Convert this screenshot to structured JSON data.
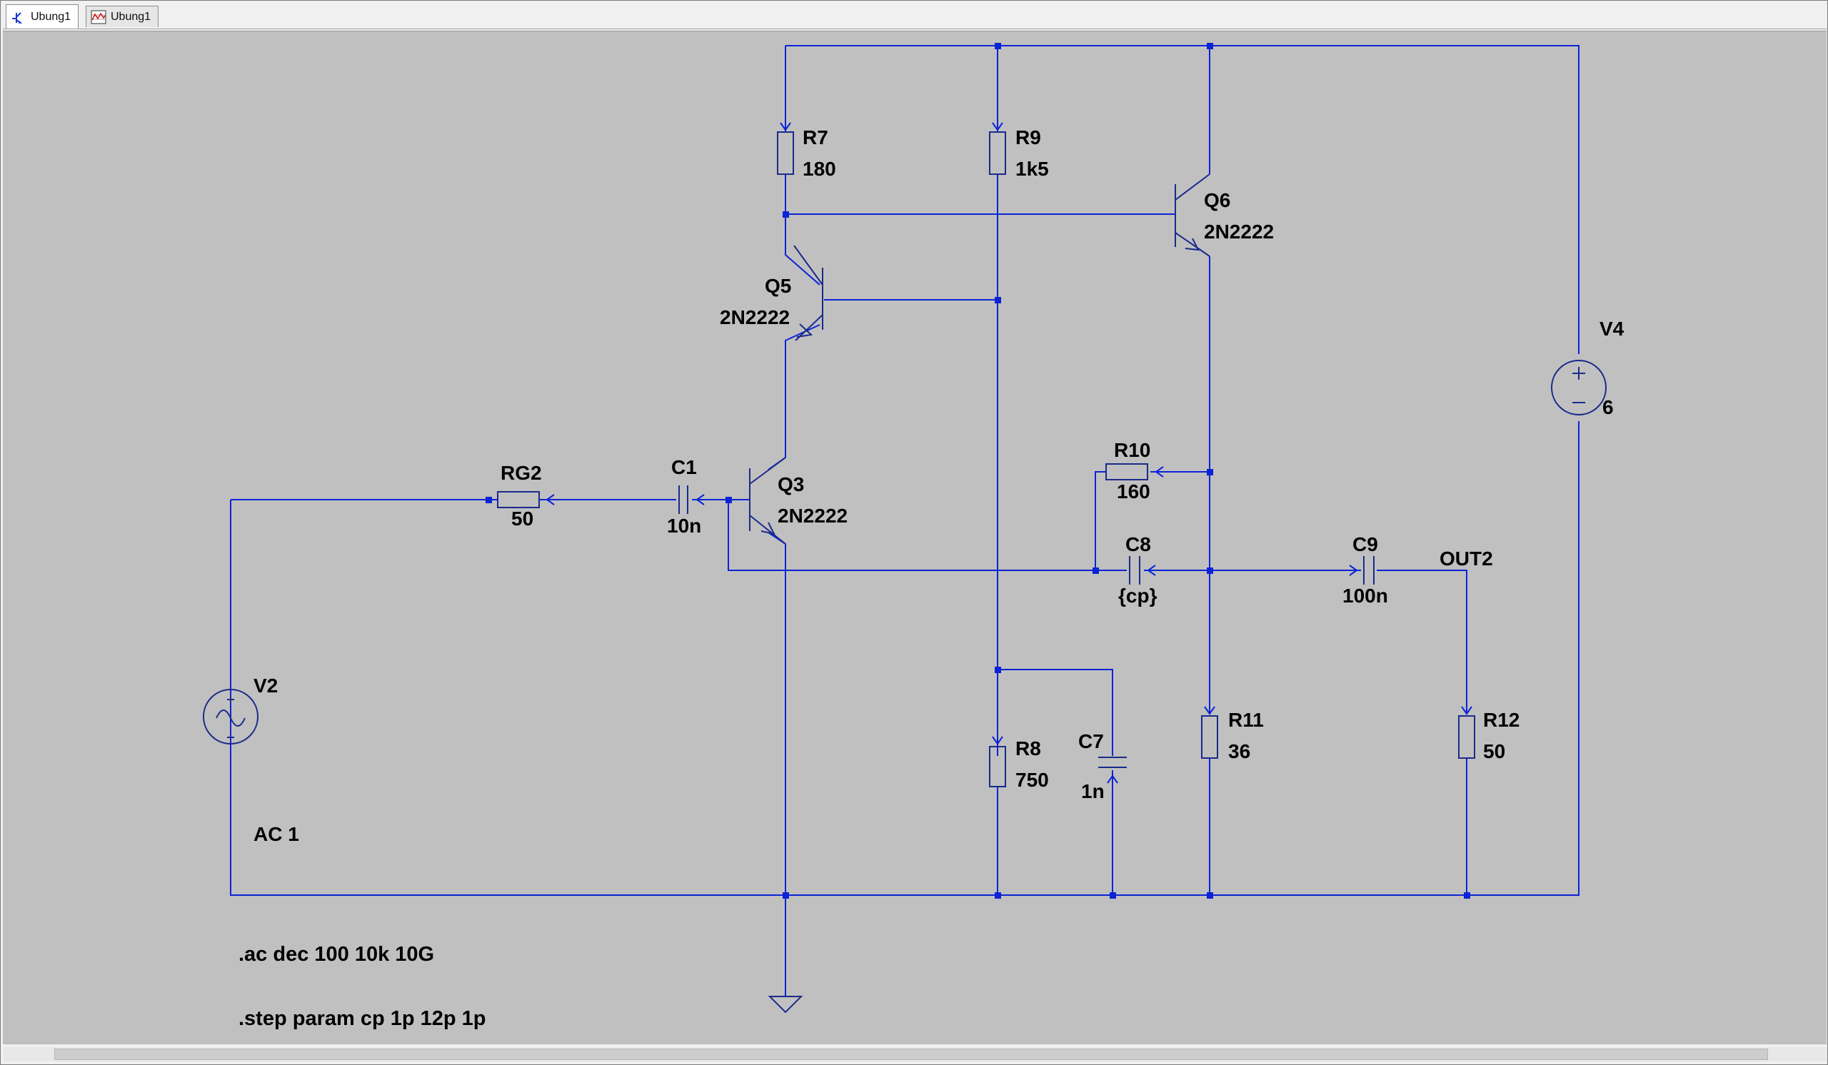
{
  "tabs": [
    {
      "label": "Ubung1",
      "icon": "schematic-icon",
      "active": true
    },
    {
      "label": "Ubung1",
      "icon": "waveform-icon",
      "active": false
    }
  ],
  "colors": {
    "wire": "#0b23d6",
    "canvas": "#c0c0c0",
    "text": "#000000"
  },
  "components": {
    "R7": {
      "name": "R7",
      "value": "180"
    },
    "R9": {
      "name": "R9",
      "value": "1k5"
    },
    "Q6": {
      "name": "Q6",
      "model": "2N2222"
    },
    "Q5": {
      "name": "Q5",
      "model": "2N2222"
    },
    "Q3": {
      "name": "Q3",
      "model": "2N2222"
    },
    "V4": {
      "name": "V4",
      "value": "6"
    },
    "RG2": {
      "name": "RG2",
      "value": "50"
    },
    "C1": {
      "name": "C1",
      "value": "10n"
    },
    "R10": {
      "name": "R10",
      "value": "160"
    },
    "C8": {
      "name": "C8",
      "value": "{cp}"
    },
    "C9": {
      "name": "C9",
      "value": "100n"
    },
    "V2": {
      "name": "V2",
      "value": "AC 1"
    },
    "R8": {
      "name": "R8",
      "value": "750"
    },
    "C7": {
      "name": "C7",
      "value": "1n"
    },
    "R11": {
      "name": "R11",
      "value": "36"
    },
    "R12": {
      "name": "R12",
      "value": "50"
    }
  },
  "net_labels": {
    "out2": "OUT2"
  },
  "directives": {
    "ac": ".ac dec 100 10k 10G",
    "step": ".step param cp 1p 12p 1p"
  }
}
